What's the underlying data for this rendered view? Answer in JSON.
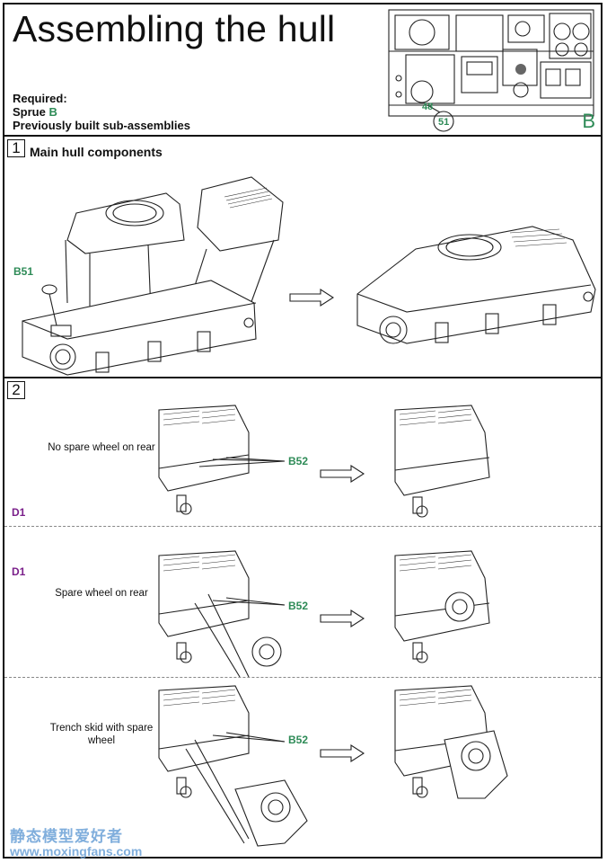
{
  "header": {
    "title": "Assembling the hull",
    "required_label": "Required:",
    "sprue_prefix": "Sprue ",
    "sprue_letter": "B",
    "prev_label": "Previously built sub-assemblies",
    "sprue_diagram_letter": "B",
    "callout_48": "48",
    "callout_51": "51"
  },
  "step1": {
    "number": "1",
    "title": "Main hull components",
    "part_label": "B51"
  },
  "step2": {
    "number": "2",
    "variants": [
      {
        "note": "No spare wheel on rear",
        "part_label": "B52",
        "marker": "D1"
      },
      {
        "note": "Spare wheel on rear",
        "part_label": "B52",
        "marker": "D1"
      },
      {
        "note": "Trench skid with spare wheel",
        "part_label": "B52",
        "marker": ""
      }
    ]
  },
  "watermark": {
    "line1": "静态模型爱好者",
    "line2": "www.moxingfans.com"
  },
  "colors": {
    "part_green": "#2e8b57",
    "marker_purple": "#7a1f8a"
  }
}
